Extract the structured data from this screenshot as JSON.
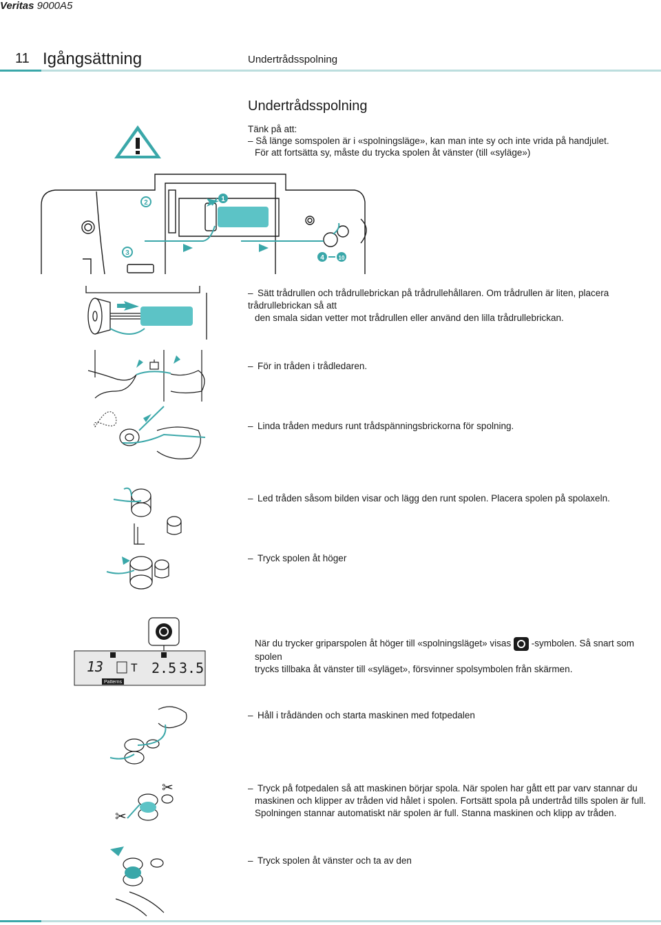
{
  "header": {
    "brand": "Veritas",
    "model": "9000A5",
    "page_number": "11",
    "chapter": "Igångsättning",
    "subtitle": "Undertrådsspolning"
  },
  "section": {
    "title": "Undertrådsspolning",
    "note_heading": "Tänk på att:",
    "note_line1": "– Så länge somspolen är i «spolningsläge», kan man inte sy och inte vrida på handjulet.",
    "note_line2": "För att fortsätta sy, måste du trycka spolen åt vänster (till «syläge»)"
  },
  "diagram": {
    "labels": [
      "2",
      "1",
      "3",
      "4",
      "10"
    ]
  },
  "steps": [
    {
      "line1": "Sätt trådrullen och trådrullebrickan på trådrullehållaren. Om trådrullen är liten, placera trådrullebrickan så att",
      "line2": "den smala sidan vetter mot trådrullen eller använd den lilla trådrullebrickan."
    },
    {
      "line1": "För in tråden i trådledaren."
    },
    {
      "line1": "Linda tråden medurs runt trådspänningsbrickorna för spolning."
    },
    {
      "line1": "Led tråden såsom bilden visar och lägg den runt spolen. Placera spolen på spolaxeln."
    },
    {
      "line1": "Tryck spolen åt höger"
    },
    {
      "line1a": "När du trycker griparspolen åt höger till «spolningsläget» visas",
      "line1b": "-symbolen. Så snart som spolen",
      "line2": "trycks tillbaka åt vänster till «syläget», försvinner spolsymbolen från skärmen."
    },
    {
      "line1": "Håll i trådänden och starta maskinen med fotpedalen"
    },
    {
      "line1": "Tryck på fotpedalen så att maskinen börjar spola. När spolen har gått ett par varv stannar du",
      "line2": "maskinen och klipper av tråden vid hålet i spolen. Fortsätt spola på undertråd tills spolen är full.",
      "line3": "Spolningen stannar automatiskt när spolen är full. Stanna maskinen och klipp av tråden."
    },
    {
      "line1": "Tryck spolen åt vänster och ta av den"
    }
  ],
  "display": {
    "pattern_number": "13",
    "stitch_symbol": "T",
    "stitch_length": "2.5",
    "stitch_width": "3.5",
    "patterns_label": "Patterns"
  },
  "colors": {
    "accent": "#3aa7a9",
    "thread": "#5cc3c6",
    "line": "#1a1a1a"
  },
  "icons": [
    "warning-icon",
    "bobbin-winding-icon",
    "scissors-icon",
    "arrow-icon"
  ]
}
